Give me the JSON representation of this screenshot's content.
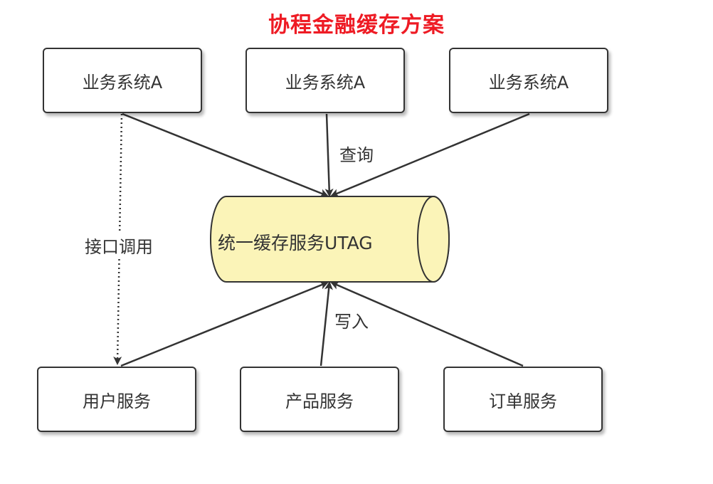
{
  "title": "协程金融缓存方案",
  "top_nodes": [
    "业务系统A",
    "业务系统A",
    "业务系统A"
  ],
  "center_node": "统一缓存服务UTAG",
  "bottom_nodes": [
    "用户服务",
    "产品服务",
    "订单服务"
  ],
  "edge_labels": {
    "query": "查询",
    "write": "写入",
    "interface": "接口调用"
  },
  "colors": {
    "title": "#ee1b24",
    "cylinder_fill": "#fbf4b8",
    "stroke": "#333333"
  }
}
